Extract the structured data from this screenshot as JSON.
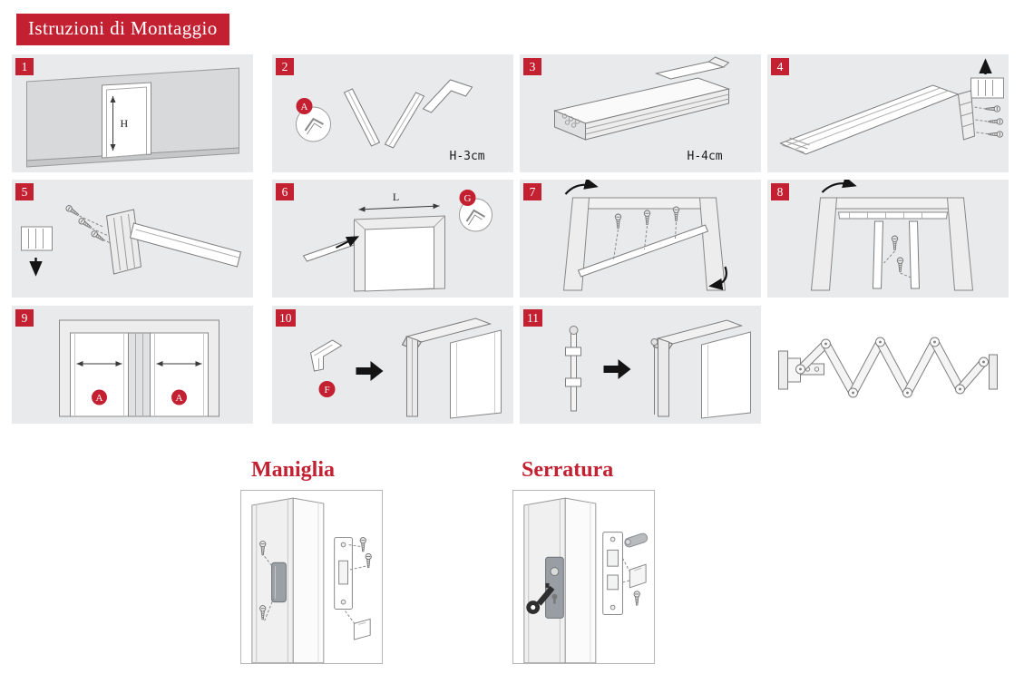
{
  "title": "Istruzioni di Montaggio",
  "colors": {
    "accent_red": "#c32031",
    "panel_gray": "#e9eaeb"
  },
  "steps": [
    {
      "number": "1",
      "dim_label": "H"
    },
    {
      "number": "2",
      "badge": "A",
      "dim_label": "H-3cm"
    },
    {
      "number": "3",
      "dim_label": "H-4cm"
    },
    {
      "number": "4"
    },
    {
      "number": "5"
    },
    {
      "number": "6",
      "badge": "G",
      "dim_label": "L"
    },
    {
      "number": "7"
    },
    {
      "number": "8"
    },
    {
      "number": "9",
      "badge_left": "A",
      "badge_right": "A"
    },
    {
      "number": "10",
      "badge": "F"
    },
    {
      "number": "11"
    }
  ],
  "sections": {
    "handle_title": "Maniglia",
    "lock_title": "Serratura"
  }
}
